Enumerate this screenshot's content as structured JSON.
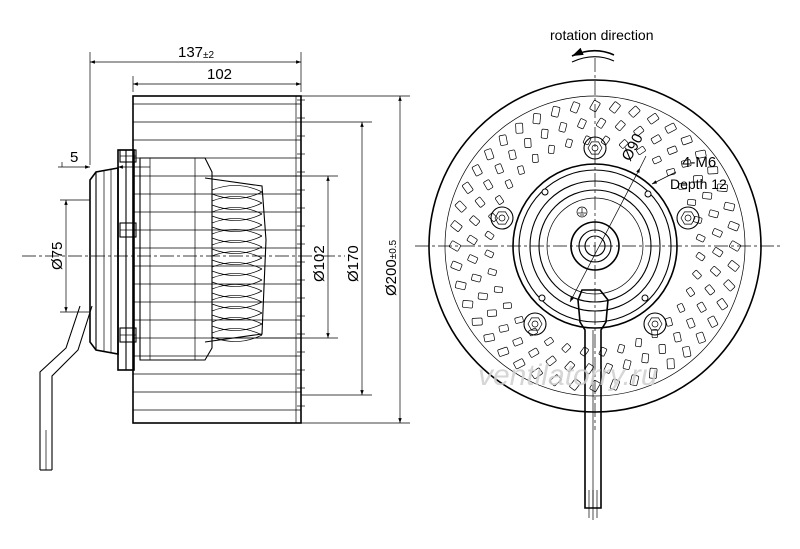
{
  "labels": {
    "overall_length": "137",
    "overall_length_tol": "±2",
    "impeller_width": "102",
    "flange_offset": "5",
    "dia_75": "Ø75",
    "dia_102": "Ø102",
    "dia_170": "Ø170",
    "dia_200": "Ø200",
    "dia_200_tol": "±0.5",
    "dia_90": "Ø90",
    "thread_spec": "4-M6",
    "thread_depth": "Depth 12",
    "rotation": "rotation direction",
    "watermark": "ventilatorry.ru"
  },
  "colors": {
    "line": "#000000",
    "watermark": "#cfcfcf"
  }
}
